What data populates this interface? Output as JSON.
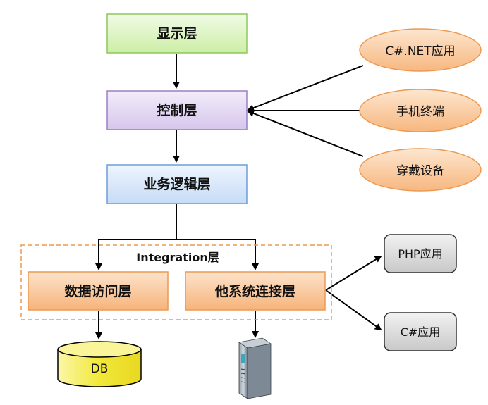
{
  "layers": {
    "display": "显示层",
    "control": "控制层",
    "business": "业务逻辑层"
  },
  "integration": {
    "title": "Integration层",
    "data_access": "数据访问层",
    "other_system": "他系统连接层"
  },
  "clients": [
    "C#.NET应用",
    "手机终端",
    "穿戴设备"
  ],
  "external_apps": [
    "PHP应用",
    "C#应用"
  ],
  "database": {
    "label": "DB"
  },
  "colors": {
    "display_fill": "#dff5c4",
    "display_stroke": "#8cc85a",
    "control_fill": "#e3d7f2",
    "control_stroke": "#9b7fc4",
    "business_fill": "#d9e9fb",
    "business_stroke": "#6d9ed8",
    "orange_fill": "#f8c79a",
    "orange_stroke": "#ec9a52",
    "integration_border": "#ec9a52",
    "db_fill": "#f3ee57",
    "gray_fill": "#dcdcdc"
  }
}
